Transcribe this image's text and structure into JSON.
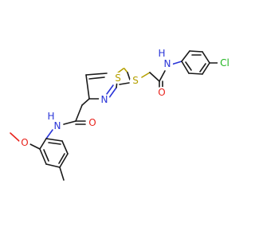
{
  "molecule": {
    "colors": {
      "bond": "#1a1a1a",
      "oxygen": "#e8231c",
      "nitrogen": "#2a35d8",
      "sulfur": "#b5a000",
      "chlorine": "#1db41d"
    },
    "atoms": {
      "s_thioether": "S",
      "s_thiazole": "S",
      "n_thiazole": "N",
      "nh_right": "N",
      "h_right": "H",
      "o_right": "O",
      "cl": "Cl",
      "nh_left": "N",
      "h_left": "H",
      "o_left": "O",
      "o_methoxy": "O"
    }
  }
}
